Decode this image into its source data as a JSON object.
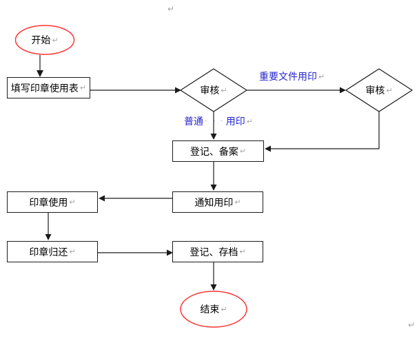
{
  "marks": {
    "paragraph": "↵",
    "space_dots_left": "· ·",
    "space_dot_right": "·"
  },
  "nodes": {
    "start": {
      "label": "开始"
    },
    "fill_form": {
      "label": "填写印章使用表"
    },
    "review1": {
      "label": "审核"
    },
    "review2": {
      "label": "审核"
    },
    "register_record": {
      "label": "登记、备案"
    },
    "notify_use": {
      "label": "通知用印"
    },
    "seal_use": {
      "label": "印章使用"
    },
    "seal_return": {
      "label": "印章归还"
    },
    "register_archive": {
      "label": "登记、存档"
    },
    "end": {
      "label": "结束"
    }
  },
  "edge_labels": {
    "important_doc": "重要文件用印",
    "ordinary": "普通",
    "ordinary_use": "用印"
  },
  "colors": {
    "terminator_red": "#ff3333",
    "edge_label_blue": "#2424cc",
    "line_black": "#1a1a1a",
    "mark_gray": "#a3a3a3",
    "background": "#ffffff"
  }
}
